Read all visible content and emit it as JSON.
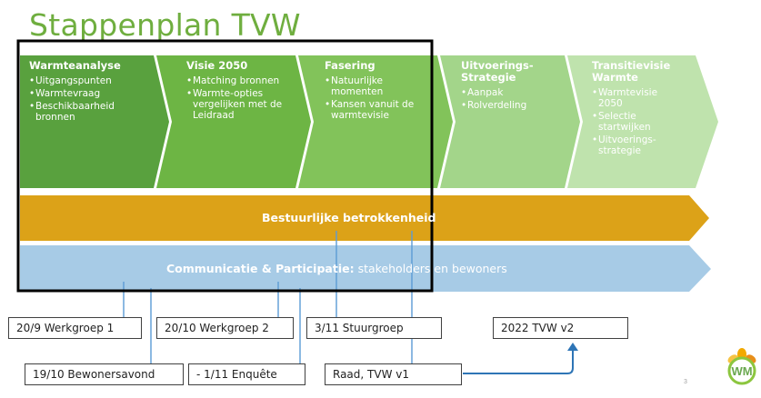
{
  "title": "Stappenplan TVW",
  "phases": [
    {
      "heading": "Warmteanalyse",
      "bullets": [
        "Uitgangspunten",
        "Warmtevraag",
        "Beschikbaarheid bronnen"
      ],
      "color": "#59a13e"
    },
    {
      "heading": "Visie 2050",
      "bullets": [
        "Matching bronnen",
        "Warmte-opties vergelijken met de Leidraad"
      ],
      "color": "#6db544"
    },
    {
      "heading": "Fasering",
      "bullets": [
        "Natuurlijke momenten",
        "Kansen vanuit de warmtevisie"
      ],
      "color": "#82c35a"
    },
    {
      "heading": "Uitvoerings-Strategie",
      "bullets": [
        "Aanpak",
        "Rolverdeling"
      ],
      "color": "#a3d58a"
    },
    {
      "heading": "Transitievisie Warmte",
      "bullets": [
        "Warmtevisie 2050",
        "Selectie startwijken",
        "Uitvoerings-strategie"
      ],
      "color": "#bfe3ad"
    }
  ],
  "bands": {
    "governance": {
      "label": "Bestuurlijke betrokkenheid",
      "color": "#dca218"
    },
    "communication": {
      "label_bold": "Communicatie & Participatie:",
      "label_rest": " stakeholders en bewoners",
      "color": "#a7cbe6"
    }
  },
  "milestones": {
    "top": [
      "20/9 Werkgroep 1",
      "20/10 Werkgroep 2",
      "3/11 Stuurgroep",
      "2022 TVW v2"
    ],
    "bottom": [
      "19/10 Bewonersavond",
      "- 1/11 Enquête",
      "Raad, TVW v1"
    ]
  },
  "slide_number": "3",
  "logo_text": "WM",
  "colors": {
    "title": "#6fae3f",
    "highlight_frame": "#000000",
    "connector": "#5b9bd5",
    "arrow": "#2e75b6"
  }
}
